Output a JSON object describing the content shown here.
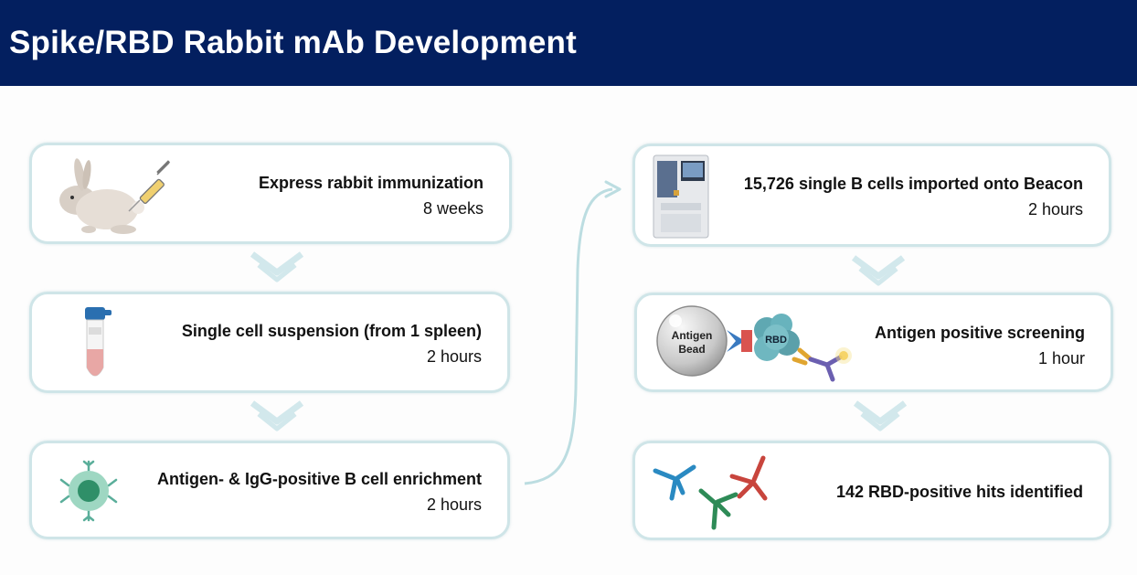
{
  "title": "Spike/RBD Rabbit mAb Development",
  "steps_left": [
    {
      "title": "Express rabbit immunization",
      "duration": "8 weeks",
      "icon": "rabbit-syringe-icon"
    },
    {
      "title": "Single cell suspension (from 1 spleen)",
      "duration": "2 hours",
      "icon": "test-tube-icon"
    },
    {
      "title": "Antigen- & IgG-positive B cell enrichment",
      "duration": "2 hours",
      "icon": "b-cell-icon"
    }
  ],
  "steps_right": [
    {
      "title": "15,726 single B cells imported onto Beacon",
      "duration": "2 hours",
      "icon": "beacon-instrument-icon"
    },
    {
      "title": "Antigen positive screening",
      "duration": "1 hour",
      "icon": "antigen-bead-icon"
    },
    {
      "title": "142 RBD-positive hits identified",
      "duration": "",
      "icon": "antibodies-icon"
    }
  ],
  "bead_label_line1": "Antigen",
  "bead_label_line2": "Bead",
  "rbd_label": "RBD",
  "colors": {
    "header": "#031f5f",
    "card_border": "#cfe5e8",
    "chevron": "#d2e8ec",
    "connector": "#bcdde1"
  }
}
